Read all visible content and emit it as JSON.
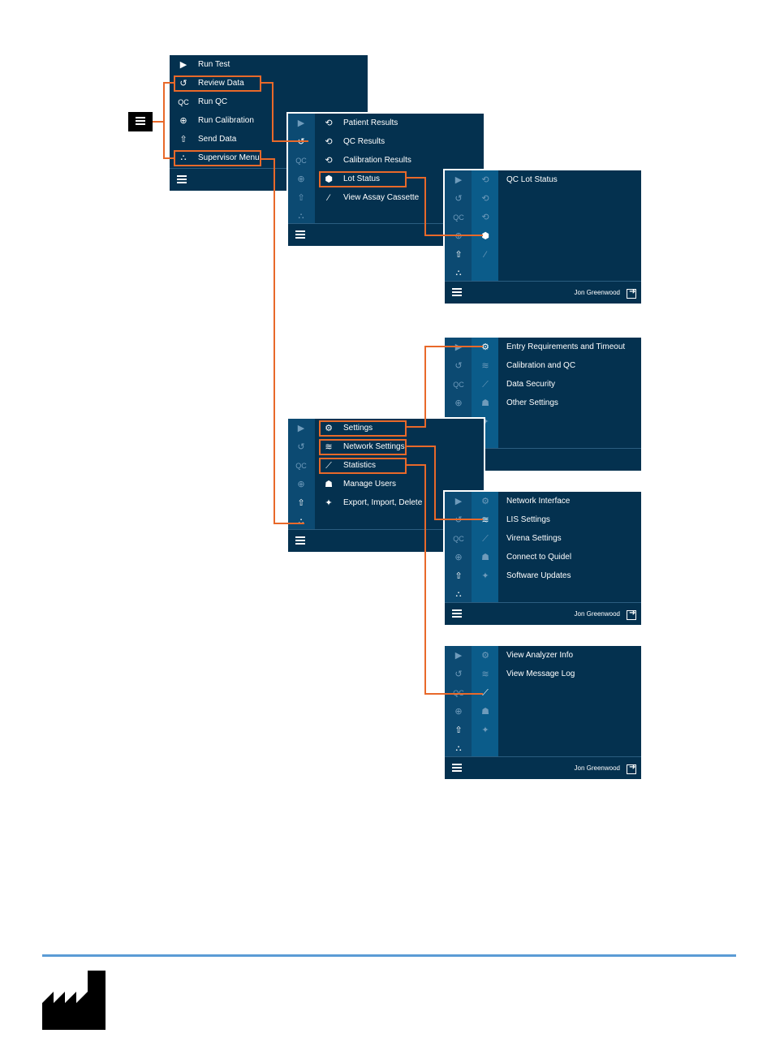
{
  "colors": {
    "panel": "#04314f",
    "rail": "#0c4a72",
    "highlight": "#e8692a",
    "footer_line": "#5b9bd5"
  },
  "main_menu": {
    "items": [
      {
        "icon": "play-icon",
        "label": "Run Test"
      },
      {
        "icon": "undo-icon",
        "label": "Review Data"
      },
      {
        "icon": "qc-icon",
        "label": "Run QC"
      },
      {
        "icon": "crosshair-icon",
        "label": "Run Calibration"
      },
      {
        "icon": "upload-icon",
        "label": "Send Data"
      },
      {
        "icon": "hierarchy-icon",
        "label": "Supervisor Menu"
      }
    ]
  },
  "review_menu": {
    "items": [
      {
        "icon": "patient-results-icon",
        "label": "Patient Results"
      },
      {
        "icon": "qc-results-icon",
        "label": "QC Results"
      },
      {
        "icon": "calibration-results-icon",
        "label": "Calibration Results"
      },
      {
        "icon": "box-icon",
        "label": "Lot Status"
      },
      {
        "icon": "cassette-icon",
        "label": "View Assay Cassette"
      }
    ]
  },
  "lot_status_menu": {
    "items": [
      {
        "label": "QC Lot Status"
      }
    ],
    "user": "Jon Greenwood"
  },
  "supervisor_menu": {
    "items": [
      {
        "icon": "gear-icon",
        "label": "Settings"
      },
      {
        "icon": "wifi-icon",
        "label": "Network Settings"
      },
      {
        "icon": "chart-line-icon",
        "label": "Statistics"
      },
      {
        "icon": "users-icon",
        "label": "Manage Users"
      },
      {
        "icon": "transfer-icon",
        "label": "Export, Import, Delete"
      }
    ]
  },
  "settings_menu": {
    "items": [
      {
        "label": "Entry Requirements and Timeout"
      },
      {
        "label": "Calibration and QC"
      },
      {
        "label": "Data Security"
      },
      {
        "label": "Other Settings"
      }
    ]
  },
  "network_menu": {
    "items": [
      {
        "label": "Network Interface"
      },
      {
        "label": "LIS Settings"
      },
      {
        "label": "Virena Settings"
      },
      {
        "label": "Connect to Quidel"
      },
      {
        "label": "Software Updates"
      }
    ],
    "user": "Jon Greenwood"
  },
  "statistics_menu": {
    "items": [
      {
        "label": "View Analyzer Info"
      },
      {
        "label": "View Message Log"
      }
    ],
    "user": "Jon Greenwood"
  },
  "rail_icons": {
    "left": [
      "play-icon",
      "undo-icon",
      "qc-icon",
      "crosshair-icon",
      "upload-icon",
      "hierarchy-icon"
    ],
    "qc_text": "QC"
  }
}
